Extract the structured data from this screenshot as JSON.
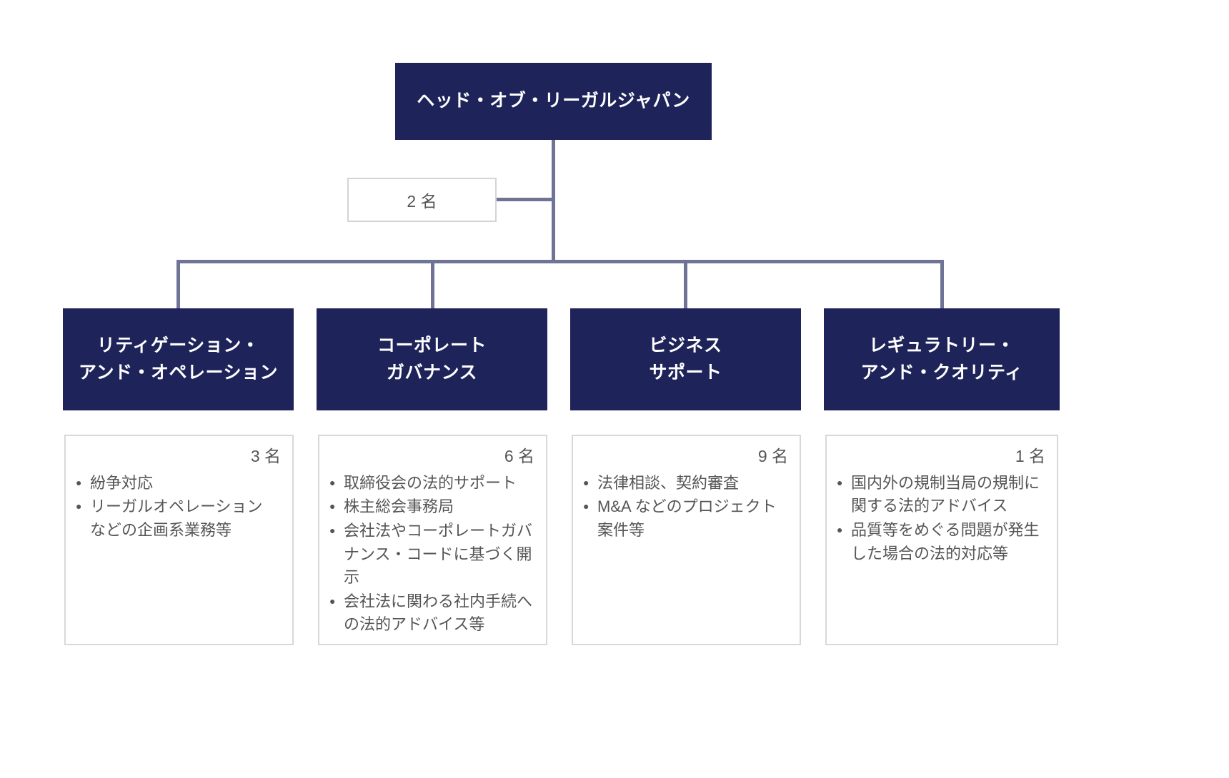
{
  "chart": {
    "type": "org-chart",
    "title_box": {
      "label": "ヘッド・オブ・リーガルジャパン",
      "lines": [
        "ヘッド・オブ・リーガルジャパン"
      ]
    },
    "staff_box": {
      "label": "2 名",
      "count": 2,
      "unit": "名"
    },
    "departments": [
      {
        "id": "litigation-and-operation",
        "lines": [
          "リティゲーション・",
          "アンド・オペレーション"
        ],
        "count_label": "3 名",
        "count": 3,
        "duties": [
          "紛争対応",
          "リーガルオペレーション などの企画系業務等"
        ]
      },
      {
        "id": "corporate-governance",
        "lines": [
          "コーポレート",
          "ガバナンス"
        ],
        "count_label": "6 名",
        "count": 6,
        "duties": [
          "取締役会の法的サポート",
          "株主総会事務局",
          "会社法やコーポレートガバナンス・コードに基づく開示",
          "会社法に関わる社内手続への法的アドバイス等"
        ]
      },
      {
        "id": "business-support",
        "lines": [
          "ビジネス",
          "サポート"
        ],
        "count_label": "9 名",
        "count": 9,
        "duties": [
          "法律相談、契約審査",
          "M&A などのプロジェクト案件等"
        ]
      },
      {
        "id": "regulatory-and-quality",
        "lines": [
          "レギュラトリー・",
          "アンド・クオリティ"
        ],
        "count_label": "1 名",
        "count": 1,
        "duties": [
          "国内外の規制当局の規制に関する法的アドバイス",
          "品質等をめぐる問題が発生した場合の法的対応等"
        ]
      }
    ],
    "colors": {
      "box_fill": "#1e2459",
      "box_text": "#ffffff",
      "connector": "#6f7395",
      "detail_border": "#d8d8d8",
      "detail_text": "#555555",
      "background": "#ffffff"
    }
  }
}
